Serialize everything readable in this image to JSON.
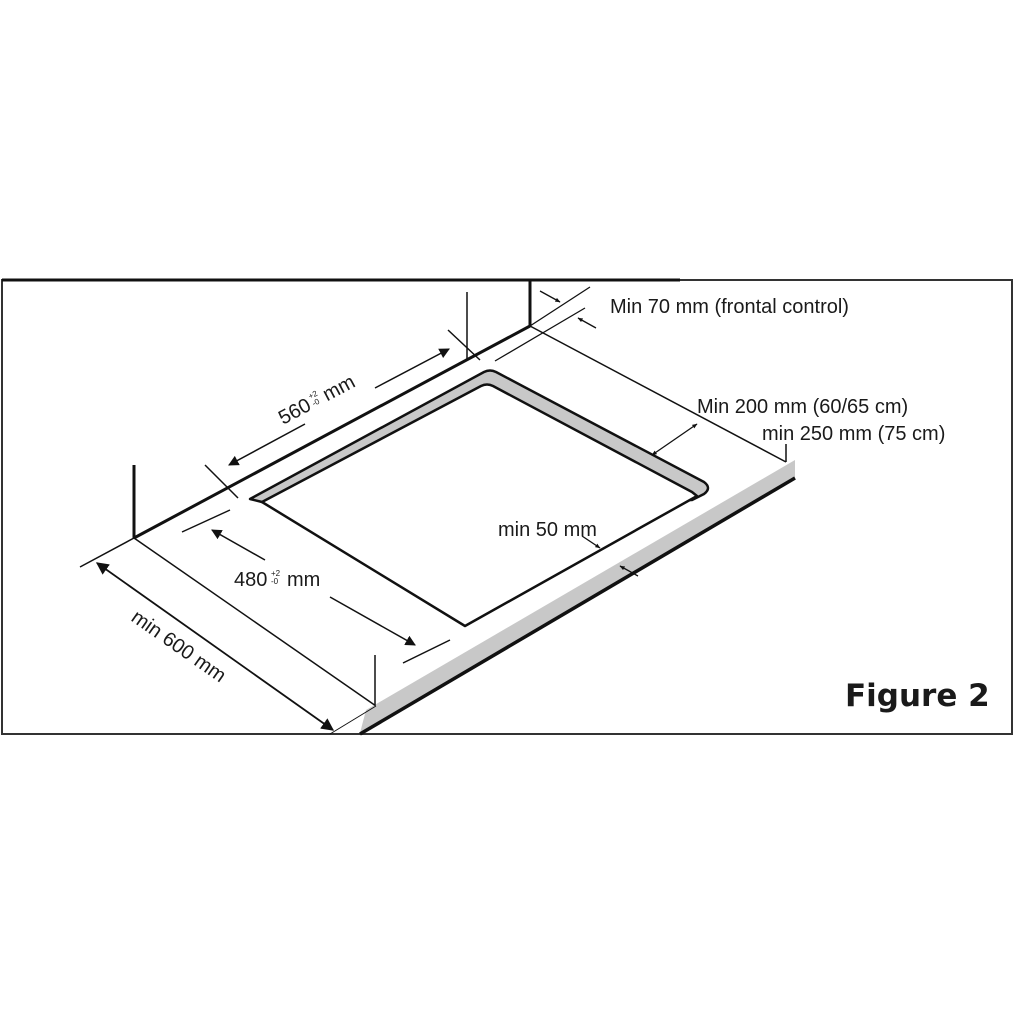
{
  "figure_label": "Figure 2",
  "colors": {
    "line": "#111111",
    "band": "#c8c8c8",
    "frame": "#333333"
  },
  "dimensions": {
    "width_cutout": {
      "value": "560",
      "tol_plus": "+2",
      "tol_minus": "-0",
      "unit": "mm"
    },
    "depth_cutout": {
      "value": "480",
      "tol_plus": "+2",
      "tol_minus": "-0",
      "unit": "mm"
    },
    "worktop_depth": "min 600 mm",
    "back_clearance": "Min 70 mm (frontal control)",
    "side_clearance_1": "Min 200 mm (60/65 cm)",
    "side_clearance_2": "min 250 mm (75 cm)",
    "front_clearance": "min 50 mm"
  }
}
